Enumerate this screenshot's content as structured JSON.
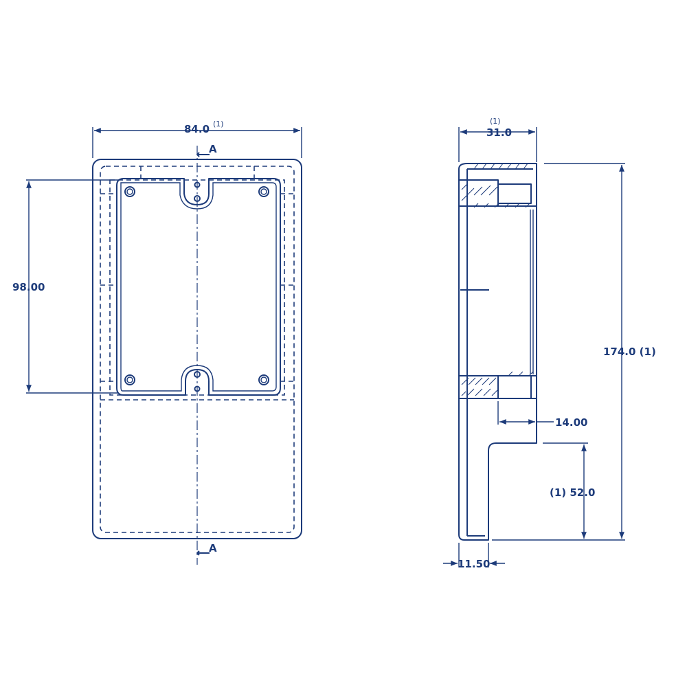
{
  "front_view": {
    "width_dim": "84.0",
    "width_note": "(1)",
    "height_dim": "98.00",
    "section_mark": "A"
  },
  "side_view": {
    "depth_dim": "31.0",
    "depth_note": "(1)",
    "height_dim": "174.0 (1)",
    "step_dim": "14.00",
    "lower_dim": "(1) 52.0",
    "wall_dim": "11.50"
  },
  "colors": {
    "line": "#1d3b7a",
    "background": "#ffffff"
  }
}
